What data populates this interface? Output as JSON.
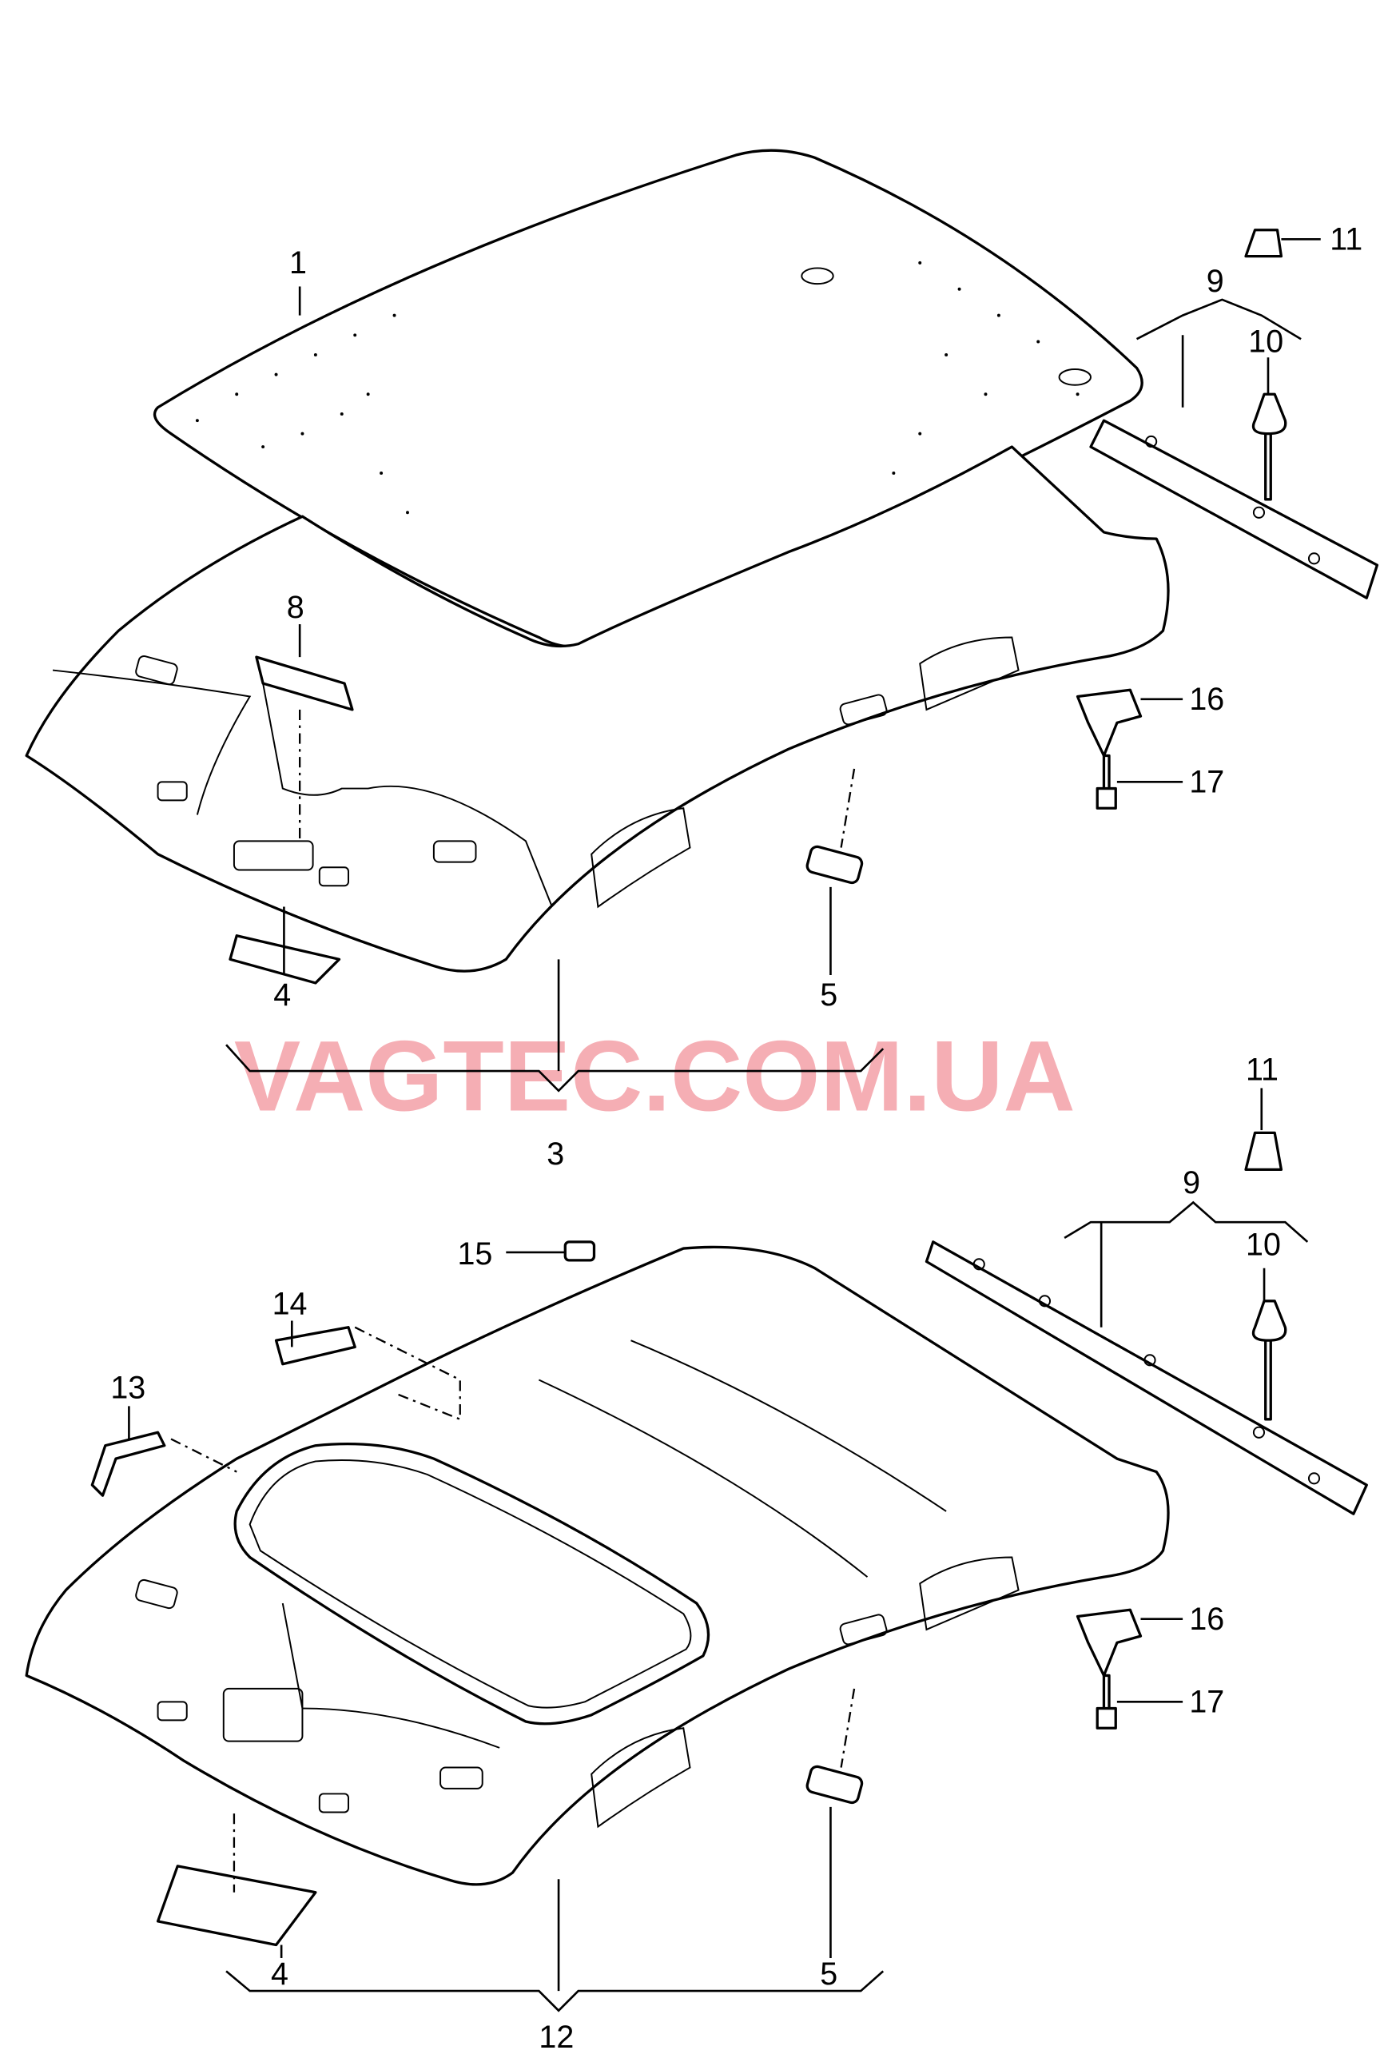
{
  "diagram": {
    "title": "Roof headliner assembly",
    "watermark": "VAGTEC.COM.UA",
    "top_group": {
      "labels": {
        "headliner_insulation": "1",
        "part_8": "8",
        "part_4": "4",
        "headliner_assembly": "3",
        "part_5": "5",
        "rail_group": "9",
        "clip_10": "10",
        "nut_11": "11",
        "bracket_16": "16",
        "screw_17": "17"
      }
    },
    "bottom_group": {
      "labels": {
        "nut_11": "11",
        "rail_group": "9",
        "clip_10": "10",
        "part_15": "15",
        "part_14": "14",
        "part_13": "13",
        "bracket_16": "16",
        "screw_17": "17",
        "part_4": "4",
        "part_5": "5",
        "headliner_assembly_sunroof": "12"
      }
    }
  }
}
